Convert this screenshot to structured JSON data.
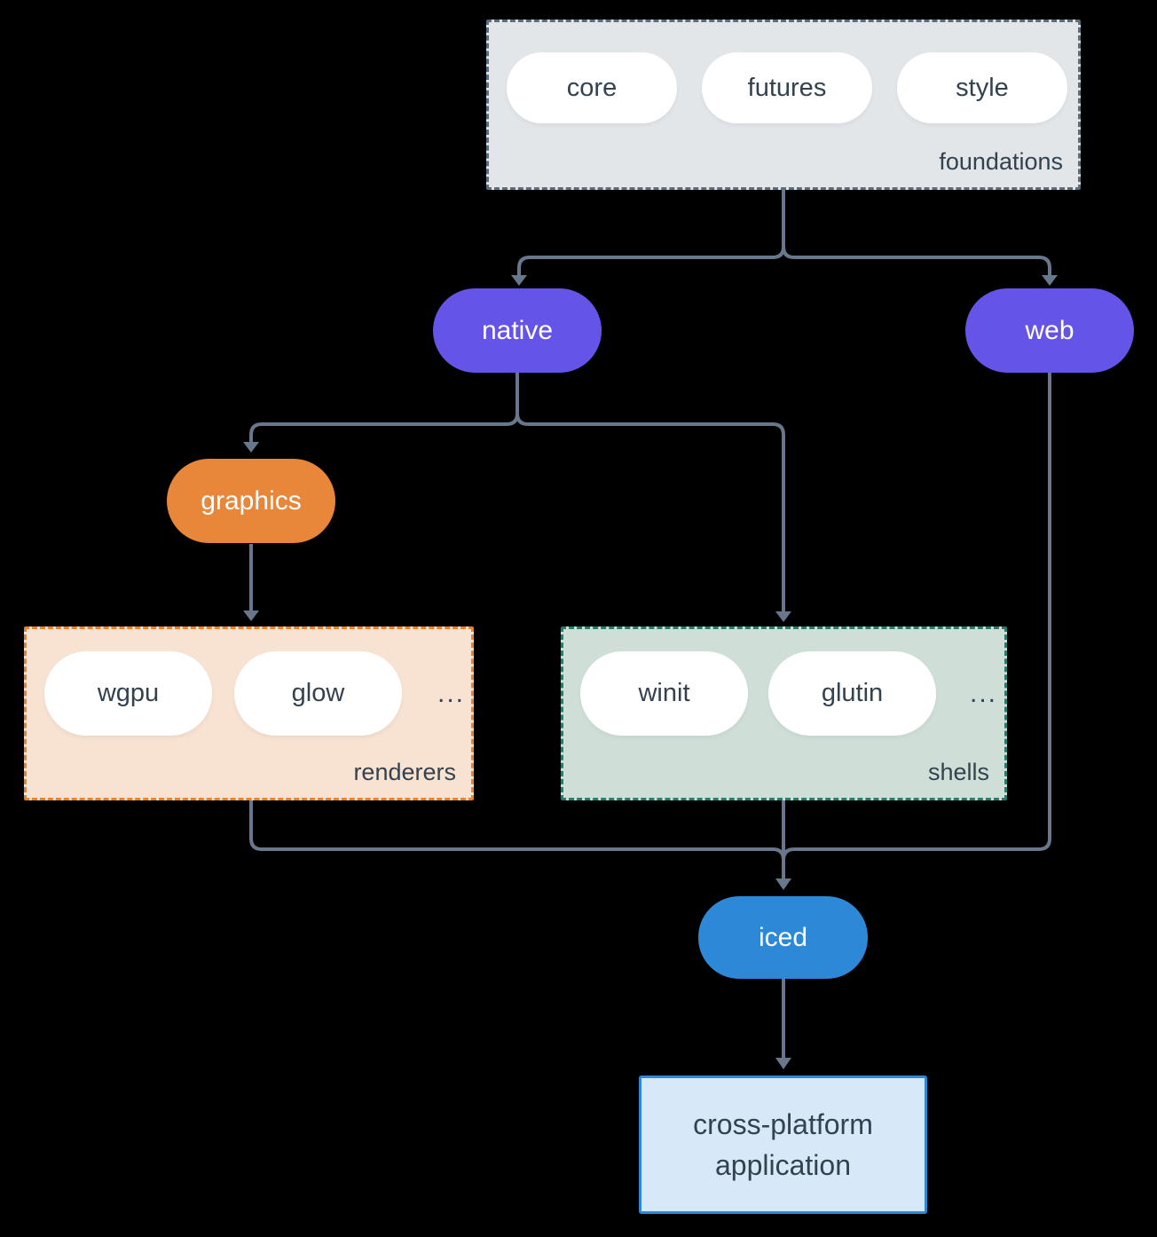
{
  "diagram": {
    "colors": {
      "background": "#000000",
      "connector": "#68778c",
      "text_dark": "#33424f",
      "node_text_light": "#ffffff",
      "pill_fill": "#ffffff",
      "purple": "#6554e8",
      "orange": "#e8863a",
      "blue": "#2d89d8",
      "foundations_fill": "#e2e6e9",
      "foundations_border": "#5b6c7e",
      "renderers_fill": "#f8e2d1",
      "renderers_border": "#e8832c",
      "shells_fill": "#cfdfd7",
      "shells_border": "#2b7a6d",
      "app_fill": "#d7e8f8",
      "app_border": "#2d89d8"
    },
    "groups": {
      "foundations": {
        "label": "foundations",
        "items": [
          "core",
          "futures",
          "style"
        ]
      },
      "renderers": {
        "label": "renderers",
        "items": [
          "wgpu",
          "glow"
        ],
        "ellipsis": "..."
      },
      "shells": {
        "label": "shells",
        "items": [
          "winit",
          "glutin"
        ],
        "ellipsis": "..."
      }
    },
    "nodes": {
      "native": {
        "label": "native"
      },
      "web": {
        "label": "web"
      },
      "graphics": {
        "label": "graphics"
      },
      "iced": {
        "label": "iced"
      },
      "application": {
        "line1": "cross-platform",
        "line2": "application"
      }
    }
  }
}
